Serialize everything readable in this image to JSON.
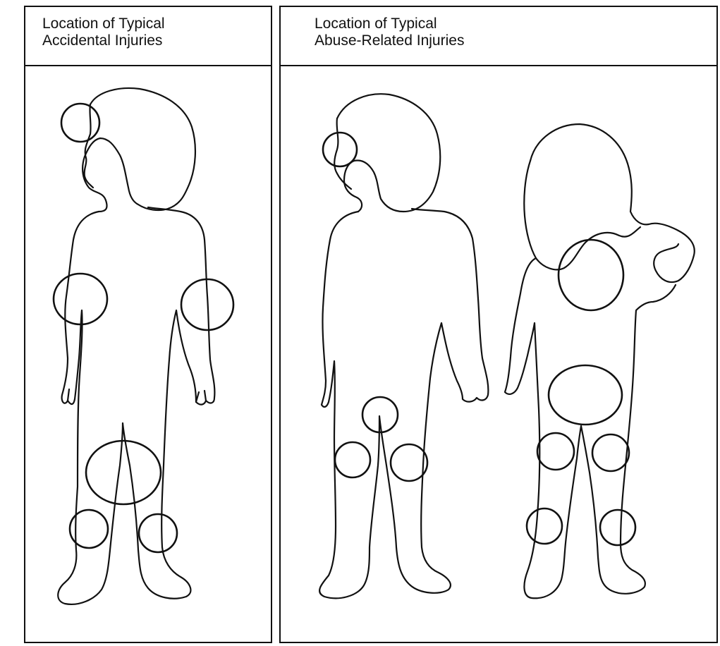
{
  "panels": {
    "left": {
      "title_line1": "Location of Typical",
      "title_line2": "Accidental Injuries",
      "figures": [
        "child-front"
      ],
      "marked_sites": [
        "forehead",
        "right-elbow",
        "left-elbow",
        "lower-abdomen",
        "right-knee",
        "left-knee"
      ]
    },
    "right": {
      "title_line1": "Location of Typical",
      "title_line2": "Abuse-Related Injuries",
      "figures": [
        "child-front",
        "child-back"
      ],
      "marked_sites": [
        "ear",
        "genitals",
        "right-thigh",
        "left-thigh",
        "upper-back",
        "buttocks",
        "back-of-right-thigh",
        "back-of-left-thigh",
        "right-calf",
        "left-calf"
      ]
    }
  },
  "colors": {
    "ink": "#111111",
    "paper": "#ffffff"
  }
}
